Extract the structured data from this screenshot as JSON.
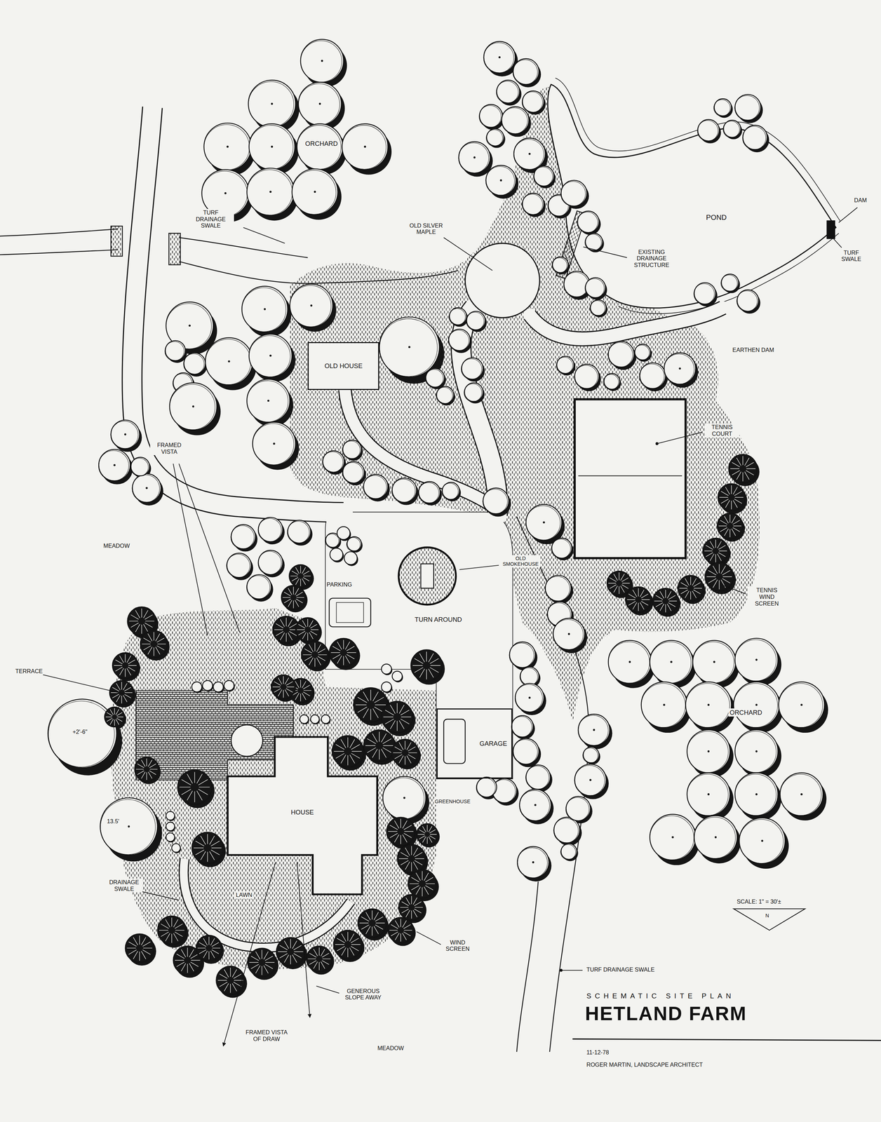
{
  "diagram": {
    "title": "HETLAND FARM",
    "nodes": [
      {
        "text": [
          "OLD HOUSE"
        ]
      },
      {
        "text": [
          "GARAGE"
        ]
      },
      {
        "text": [
          "HOUSE"
        ]
      }
    ],
    "labels": [
      "ORCHARD",
      "TURF DRAINAGE SWALE",
      "OLD SILVER MAPLE",
      "EXISTING DRAINAGE STRUCTURE",
      "POND",
      "DAM",
      "TURF SWALE",
      "EARTHEN DAM",
      "TENNIS COURT",
      "FRAMED VISTA",
      "MEADOW",
      "OLD SMOKEHOUSE",
      "TENNIS WIND SCREEN",
      "PARKING",
      "TURN AROUND",
      "TERRACE",
      "+2'-6\"",
      "ORCHARD",
      "GREENHOUSE",
      "13.5'",
      "LAWN",
      "DRAINAGE SWALE",
      "WIND SCREEN",
      "GENEROUS SLOPE AWAY",
      "FRAMED VISTA OF DRAW",
      "MEADOW",
      "TURF DRAINAGE SWALE",
      "SCALE: 1\" = 30'±",
      "N",
      "SCHEMATIC SITE PLAN",
      "11-12-78",
      "ROGER MARTIN, LANDSCAPE ARCHITECT"
    ]
  }
}
